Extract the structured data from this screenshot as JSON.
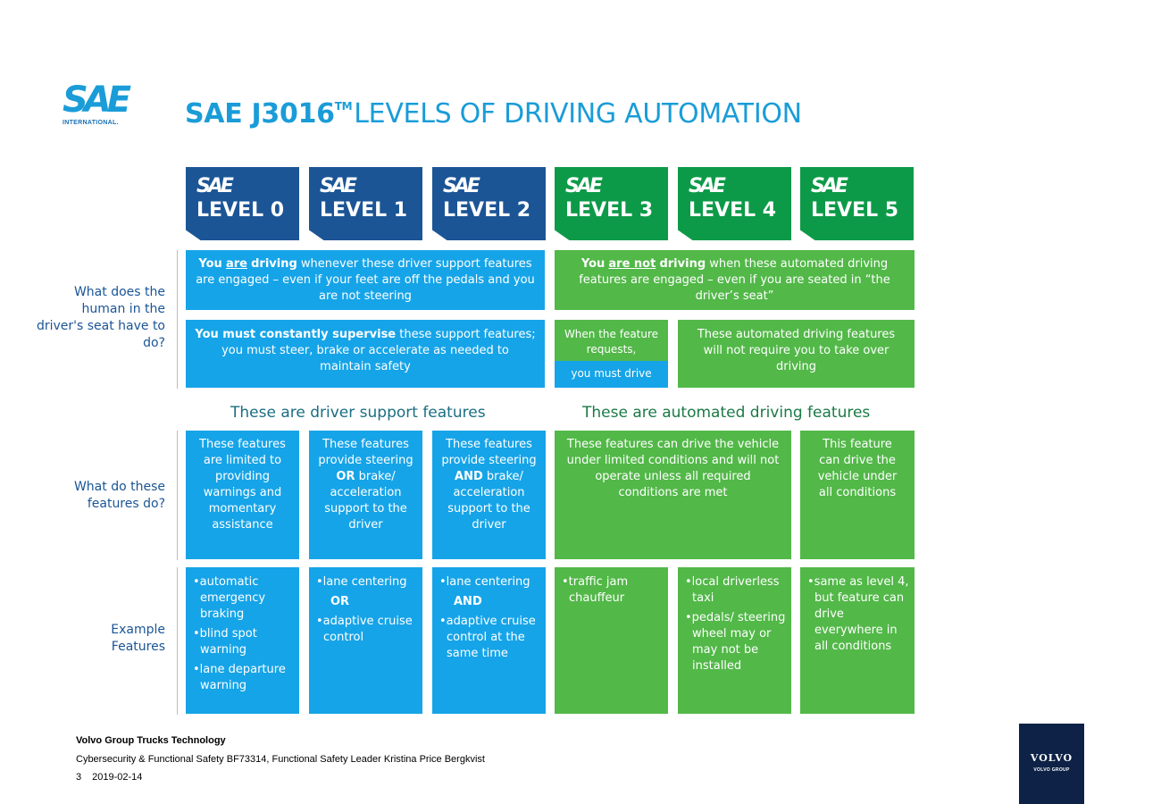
{
  "logo": {
    "mark": "SAE",
    "sub": "INTERNATIONAL."
  },
  "title": {
    "bold": "SAE J3016",
    "tm": "TM",
    "rest": "LEVELS OF DRIVING AUTOMATION"
  },
  "levels": [
    {
      "sae": "SAE",
      "label": "LEVEL 0"
    },
    {
      "sae": "SAE",
      "label": "LEVEL 1"
    },
    {
      "sae": "SAE",
      "label": "LEVEL 2"
    },
    {
      "sae": "SAE",
      "label": "LEVEL 3"
    },
    {
      "sae": "SAE",
      "label": "LEVEL 4"
    },
    {
      "sae": "SAE",
      "label": "LEVEL 5"
    }
  ],
  "row_labels": {
    "human": "What does the human in the driver's seat have to do?",
    "features": "What do these features do?",
    "examples": "Example Features"
  },
  "driving": {
    "support_pre": "You",
    "support_underline": "are",
    "support_bold": "driving",
    "support_rest": "whenever these driver support features are engaged – even if your feet are off the pedals and you are not steering",
    "auto_pre": "You",
    "auto_underline": "are not",
    "auto_bold": "driving",
    "auto_rest": "when these automated driving features are engaged – even if you are seated in “the driver’s seat”"
  },
  "supervise": {
    "bold": "You must constantly supervise",
    "rest": "these support features; you must steer, brake or accelerate as needed to maintain safety",
    "l3_top": "When the feature requests,",
    "l3_bottom": "you must drive",
    "l45": "These automated driving features will not require you to take over driving"
  },
  "categories": {
    "support": "These are driver support features",
    "automated": "These are automated driving features"
  },
  "features": {
    "l0": "These features are limited to providing warnings and momentary assistance",
    "l1_a": "These features provide steering",
    "l1_b": "OR",
    "l1_c": "brake/ acceleration support to the driver",
    "l2_a": "These features provide steering",
    "l2_b": "AND",
    "l2_c": "brake/ acceleration support to the driver",
    "l34": "These features can drive the vehicle under limited conditions and will not operate unless all required conditions are met",
    "l5": "This feature can drive the vehicle under all conditions"
  },
  "examples": {
    "l0": [
      "•automatic emergency braking",
      "•blind spot warning",
      "•lane departure warning"
    ],
    "l1": [
      "•lane centering",
      "OR",
      "•adaptive cruise control"
    ],
    "l2": [
      "•lane centering",
      "AND",
      "•adaptive cruise control at the same time"
    ],
    "l3": [
      "•traffic jam chauffeur"
    ],
    "l4": [
      "•local driverless taxi",
      "•pedals/ steering wheel may or may not be installed"
    ],
    "l5": [
      "•same as level 4, but feature can drive everywhere in all conditions"
    ]
  },
  "footer": {
    "org": "Volvo Group Trucks Technology",
    "line2": "Cybersecurity & Functional Safety  BF73314, Functional Safety Leader Kristina Price Bergkvist",
    "page": "3",
    "date": "2019-02-14"
  },
  "volvo": {
    "brand": "VOLVO",
    "sub": "VOLVO GROUP"
  },
  "colors": {
    "dark_blue": "#1c5596",
    "light_blue": "#16a4e8",
    "dark_green": "#0d9a48",
    "light_green": "#52b848"
  }
}
